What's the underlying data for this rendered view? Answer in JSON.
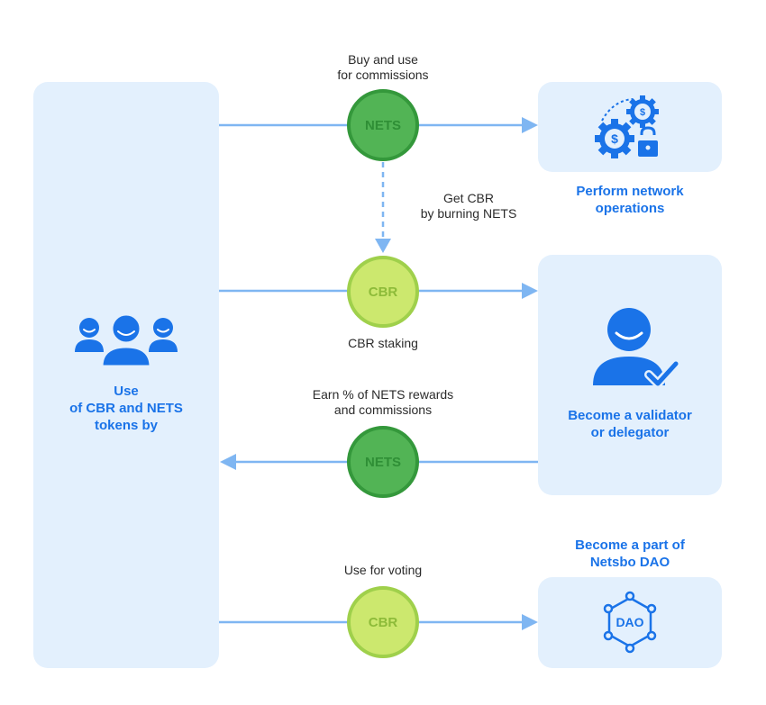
{
  "users": {
    "label": "Use\nof CBR and NETS\ntokens by",
    "icon": "users-group-icon"
  },
  "flows": [
    {
      "id": "commissions",
      "token": "NETS",
      "label": "Buy and use\nfor commissions",
      "direction": "right"
    },
    {
      "id": "staking",
      "token": "CBR",
      "label": "CBR staking",
      "direction": "right"
    },
    {
      "id": "rewards",
      "token": "NETS",
      "label": "Earn % of NETS rewards\nand commissions",
      "direction": "left"
    },
    {
      "id": "voting",
      "token": "CBR",
      "label": "Use for voting",
      "direction": "right"
    }
  ],
  "conversion": {
    "label": "Get CBR\nby burning NETS",
    "from": "NETS",
    "to": "CBR"
  },
  "destinations": {
    "network": {
      "label": "Perform network\noperations",
      "icon": "gears-dollar-lock-icon"
    },
    "validator": {
      "label": "Become a validator\nor delegator",
      "icon": "user-check-icon"
    },
    "dao": {
      "label": "Become a part of\nNetsbo DAO",
      "icon": "dao-network-icon",
      "icon_text": "DAO"
    }
  },
  "colors": {
    "panel": "#e3f0fd",
    "accent_blue": "#1a73e8",
    "arrow": "#7fb6f2",
    "nets_fill": "#52b455",
    "cbr_fill": "#cce86e"
  }
}
